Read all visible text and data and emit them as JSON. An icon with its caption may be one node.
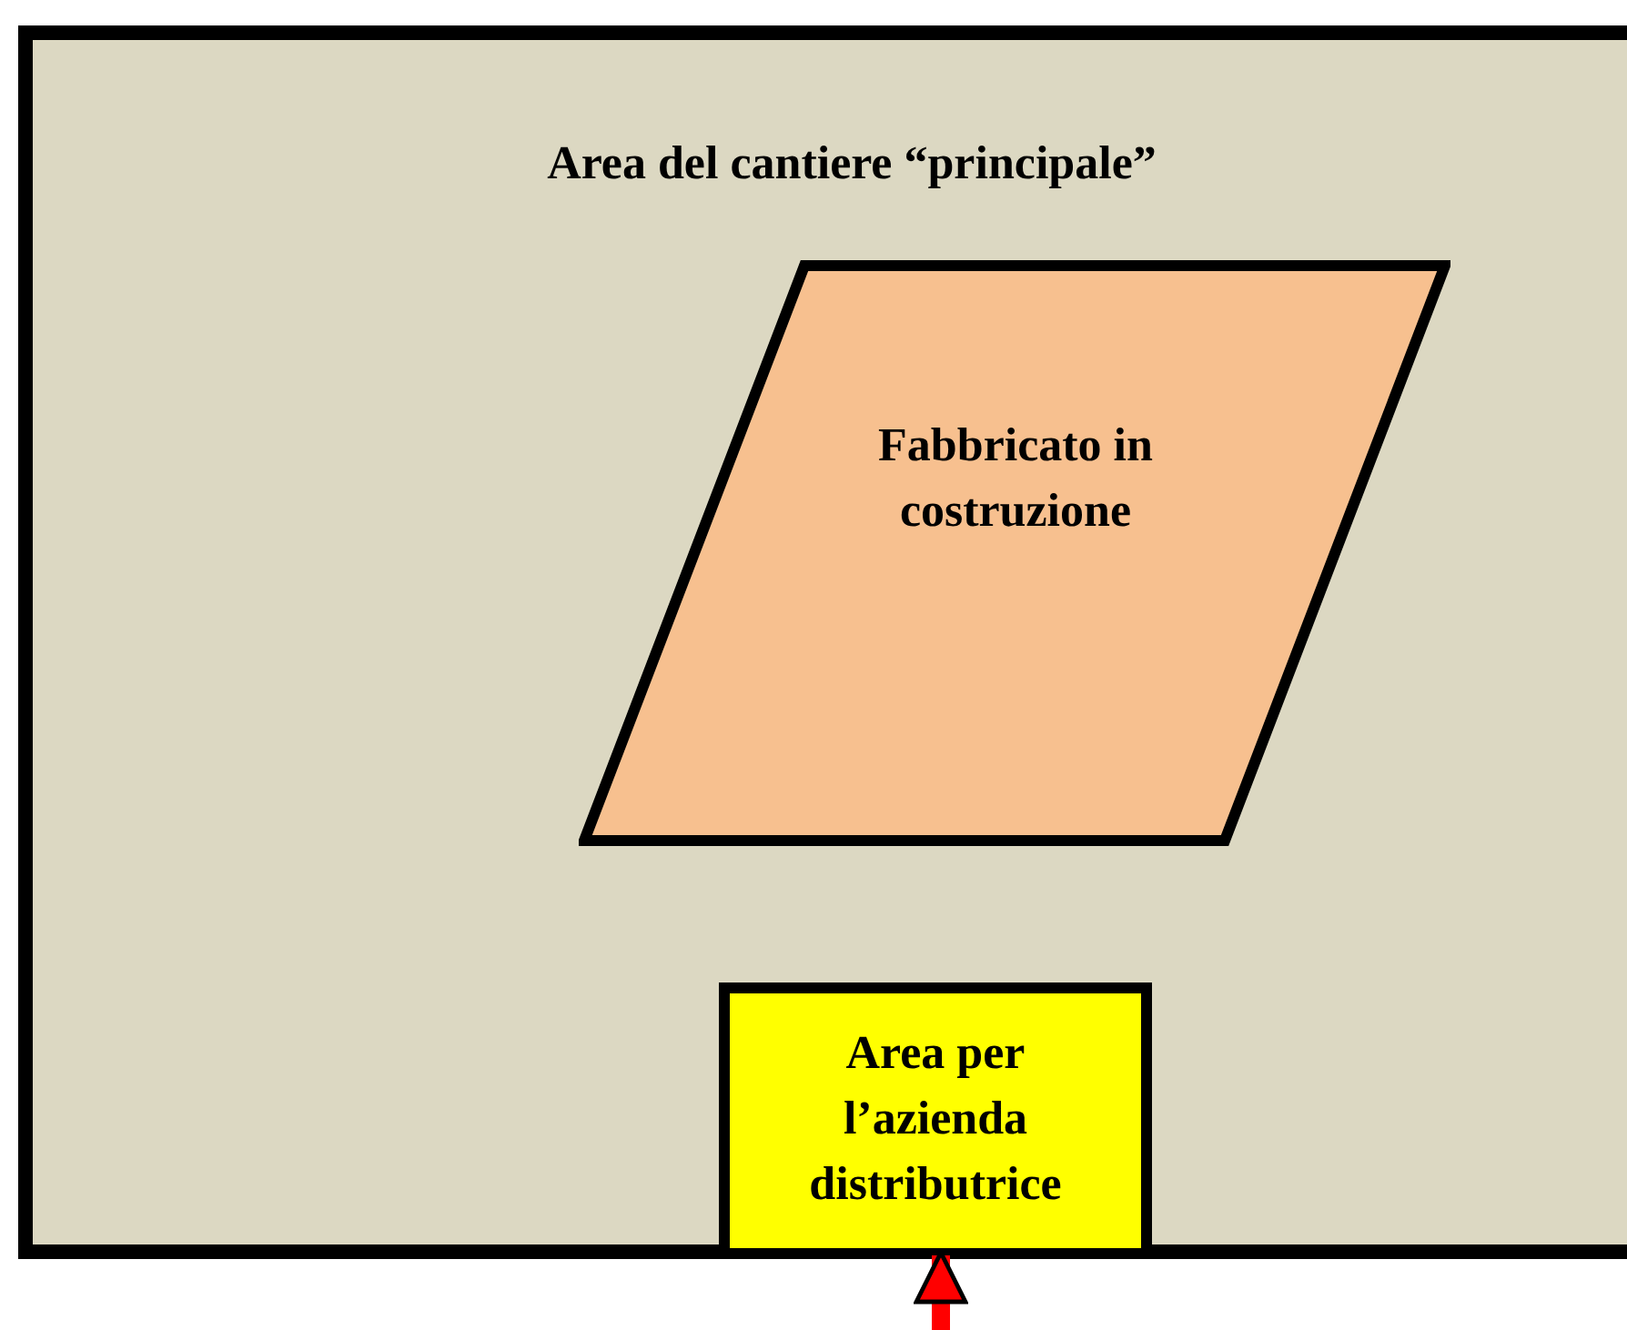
{
  "diagram": {
    "nodes": [
      {
        "text": [
          "Area del cantiere “principale”"
        ]
      },
      {
        "text": [
          "Fabbricato in costruzione"
        ],
        "in": 0
      },
      {
        "text": [
          "Area per l’azienda distributrice"
        ],
        "in": 0
      }
    ],
    "edges": [
      {
        "from": null,
        "to": 2,
        "arrow": "to",
        "color": "#ff0000"
      }
    ]
  }
}
